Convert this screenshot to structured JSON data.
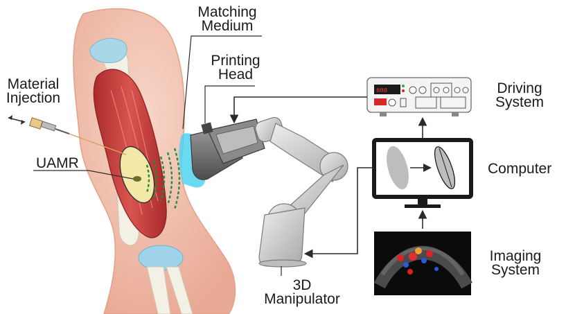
{
  "labels": {
    "matching_medium": [
      "Matching",
      "Medium"
    ],
    "printing_head": [
      "Printing",
      "Head"
    ],
    "material_injection": [
      "Material",
      "Injection"
    ],
    "uamr": "UAMR",
    "driving_system": [
      "Driving",
      "System"
    ],
    "computer": "Computer",
    "imaging_system": [
      "Imaging",
      "System"
    ],
    "manipulator": [
      "3D",
      "Manipulator"
    ]
  },
  "colors": {
    "skin": "#f2c6b4",
    "muscle": "#c9413f",
    "target": "#f3e7a8",
    "medium": "#4fd3ef",
    "waves": "#1e8f3a",
    "robot": "#d2d2d2",
    "head": "#6e6e6e",
    "screen_frame": "#1a1a1a",
    "arrow": "#2b2b2b"
  }
}
